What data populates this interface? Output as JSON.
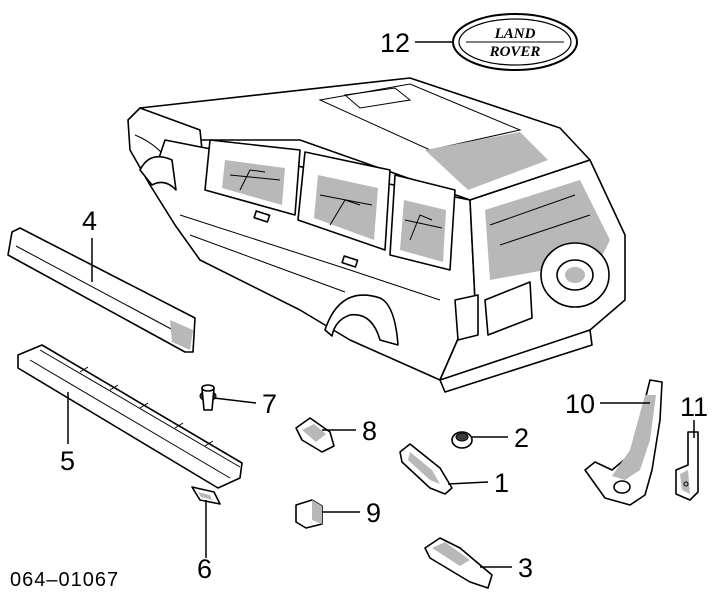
{
  "diagram_code": "064–01067",
  "logo": {
    "line1": "LAND",
    "line2": "ROVER"
  },
  "callouts": [
    {
      "id": "1",
      "label": "1"
    },
    {
      "id": "2",
      "label": "2"
    },
    {
      "id": "3",
      "label": "3"
    },
    {
      "id": "4",
      "label": "4"
    },
    {
      "id": "5",
      "label": "5"
    },
    {
      "id": "6",
      "label": "6"
    },
    {
      "id": "7",
      "label": "7"
    },
    {
      "id": "8",
      "label": "8"
    },
    {
      "id": "9",
      "label": "9"
    },
    {
      "id": "10",
      "label": "10"
    },
    {
      "id": "11",
      "label": "11"
    },
    {
      "id": "12",
      "label": "12"
    }
  ]
}
